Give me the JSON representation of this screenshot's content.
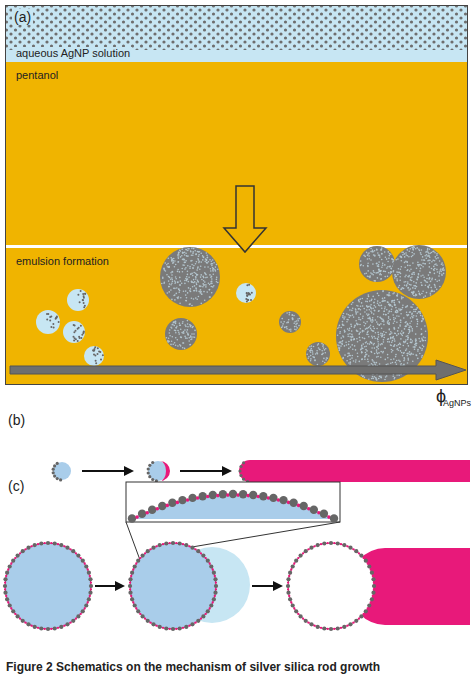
{
  "diagram": {
    "caption": "Figure 2 Schematics on the mechanism of silver silica rod growth",
    "nodes": [
      {
        "text": [
          "(a)"
        ]
      },
      {
        "text": [
          "aqueous AgNP solution"
        ],
        "in": 0
      },
      {
        "text": [
          "pentanol"
        ],
        "in": 0
      },
      {
        "text": [
          "emulsion formation"
        ],
        "in": 0
      }
    ],
    "labels": [
      "ϕ",
      "AgNPs",
      "(b)",
      "(c)"
    ]
  }
}
